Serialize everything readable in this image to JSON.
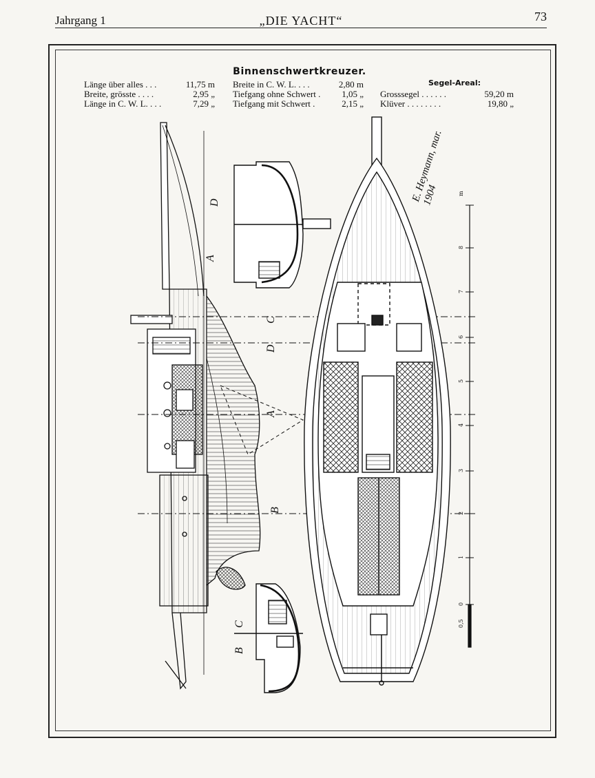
{
  "header": {
    "left": "Jahrgang 1",
    "center": "„DIE YACHT“",
    "page_number": "73"
  },
  "plate": {
    "title": "Binnenschwertkreuzer.",
    "specs_col1": [
      {
        "label": "Länge über alles . . .",
        "value": "11,75 m"
      },
      {
        "label": "Breite, grösste . . . .",
        "value": "2,95 „"
      },
      {
        "label": "Länge in C. W. L. . . .",
        "value": "7,29 „"
      }
    ],
    "specs_col2": [
      {
        "label": "Breite in C. W. L. . . .",
        "value": "2,80 m"
      },
      {
        "label": "Tiefgang ohne Schwert .",
        "value": "1,05 „"
      },
      {
        "label": "Tiefgang mit Schwert .",
        "value": "2,15 „"
      }
    ],
    "segel_title": "Segel-Areal:",
    "specs_col3": [
      {
        "label": "Grosssegel . . . . . .",
        "value": "59,20 m"
      },
      {
        "label": "Klüver . . . . . . . .",
        "value": "19,80 „"
      }
    ],
    "signature": "E. Heymann, mar. 1904",
    "section_labels": [
      "D",
      "A",
      "D",
      "C",
      "A",
      "B",
      "C",
      "B"
    ],
    "scale": {
      "unit": "m",
      "ticks": [
        "0",
        "1",
        "2",
        "3",
        "4",
        "5",
        "6",
        "7",
        "8"
      ],
      "extra": "0,5"
    }
  }
}
